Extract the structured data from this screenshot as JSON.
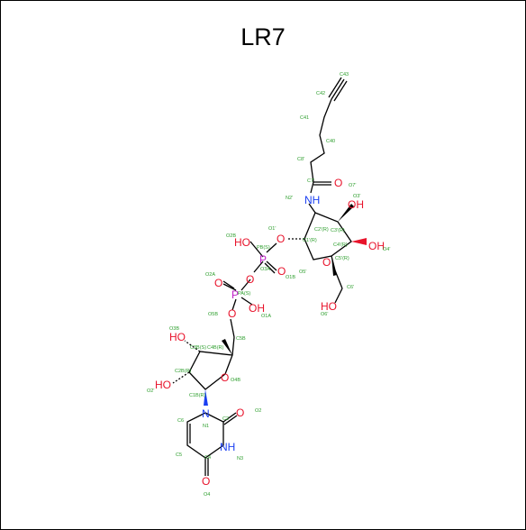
{
  "title": "LR7",
  "colors": {
    "carbon_label": "#2a9d2a",
    "oxygen": "#e8132b",
    "nitrogen": "#1a3ff2",
    "phosphorus": "#c01fc8",
    "bond": "#000000"
  },
  "atoms": {
    "ho_pb": "HO",
    "pb": "P",
    "ho_pa": "OH",
    "pa": "P",
    "o_c7": "O",
    "nh_n2": "NH",
    "oh_c3": "OH",
    "oh_c4": "OH",
    "ho_c6": "HO",
    "ho_c3b": "HO",
    "ho_c2b": "HO",
    "o_ring_b": "O",
    "o_ring_a": "O",
    "o1": "O",
    "o3a": "O",
    "o5b": "O",
    "o_o1b": "O",
    "o_o2a": "O",
    "n1": "N",
    "nh_n3": "NH",
    "o_c2": "O",
    "o_c4": "O"
  },
  "labels": {
    "C43": "C43",
    "C42": "C42",
    "C41": "C41",
    "C40": "C40",
    "C8p": "C8'",
    "C7p": "C7'",
    "O7p": "O7'",
    "N2p": "N2'",
    "O3p": "O3'",
    "O1p": "O1'",
    "C2pR": "C2'(R)",
    "C3pR": "C3'(R)",
    "C1pR": "C1'(R)",
    "C4pR": "C4'(R)",
    "O4p": "O4'",
    "C5pR": "C5'(R)",
    "O5p": "O5'",
    "C6p": "C6'",
    "O6p": "O6'",
    "O2B": "O2B",
    "PBS": "PB(S)",
    "O1B": "O1B",
    "O3A": "O3A",
    "O2A": "O2A",
    "PAS": "PA(S)",
    "O1A": "O1A",
    "O5B": "O5B",
    "C5B": "C5B",
    "O3B": "O3B",
    "C3BS": "C3B(S)",
    "C4BR": "C4B(R)",
    "C2BR": "C2B(R)",
    "O2p": "O2'",
    "O4B": "O4B",
    "C1BR": "C1B(R)",
    "C6": "C6",
    "N1": "N1",
    "C2": "C2",
    "O2": "O2",
    "C5": "C5",
    "C4": "C4",
    "N3": "N3",
    "O4": "O4"
  }
}
